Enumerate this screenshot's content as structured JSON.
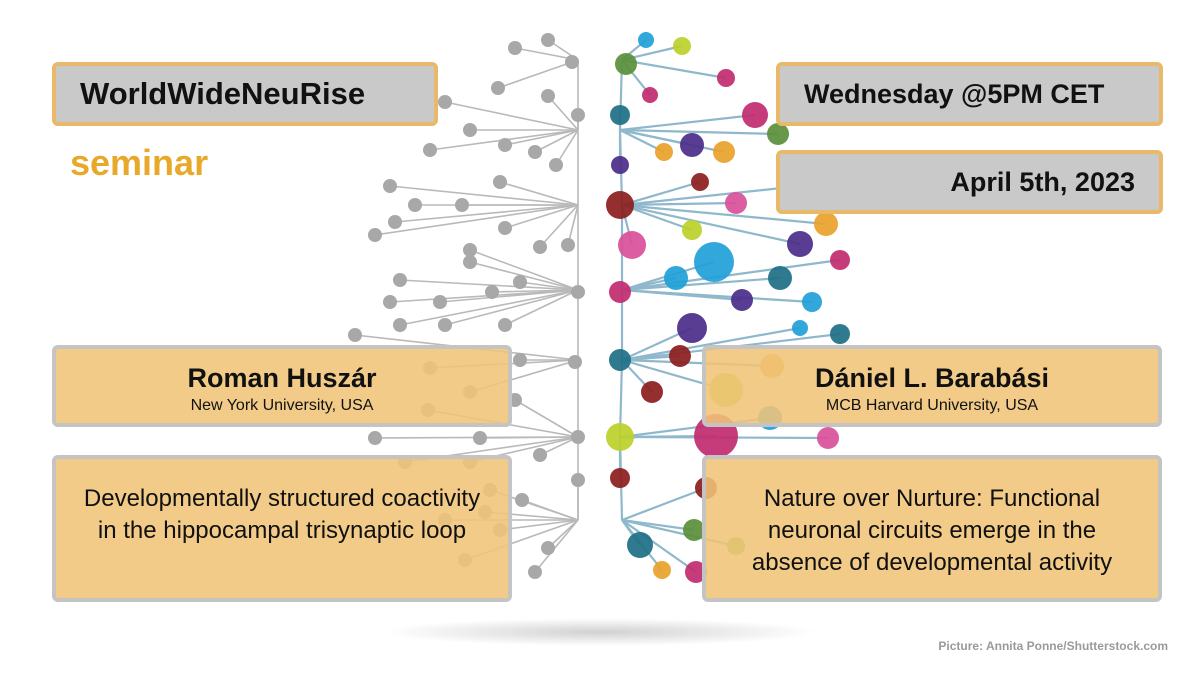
{
  "series": {
    "title": "WorldWideNeuRise",
    "subtitle": "seminar"
  },
  "schedule": {
    "day_time": "Wednesday @5PM CET",
    "date": "April 5th, 2023"
  },
  "speakers": [
    {
      "name": "Roman Huszár",
      "affiliation": "New York University, USA",
      "talk": "Developmentally structured coactivity in the hippocampal trisynaptic loop"
    },
    {
      "name": "Dániel L. Barabási",
      "affiliation": "MCB Harvard University, USA",
      "talk": "Nature over Nurture: Functional neuronal circuits emerge in the absence of developmental activity"
    }
  ],
  "credit": "Picture: Annita Ponne/Shutterstock.com",
  "colors": {
    "accent": "#e8a92a",
    "box_tan": "#f0c478",
    "box_grey": "#c9c9c9",
    "node_grey": "#a8a8a8",
    "link_blue": "#8fb8cc",
    "node_palette": [
      "#1f9fd8",
      "#c12a6e",
      "#4b2c8a",
      "#7cc043",
      "#e9a22a",
      "#1e6f86",
      "#d94f9a",
      "#8c1d1d",
      "#bcd129",
      "#5a8f3a"
    ]
  },
  "illustration": "network-tree"
}
